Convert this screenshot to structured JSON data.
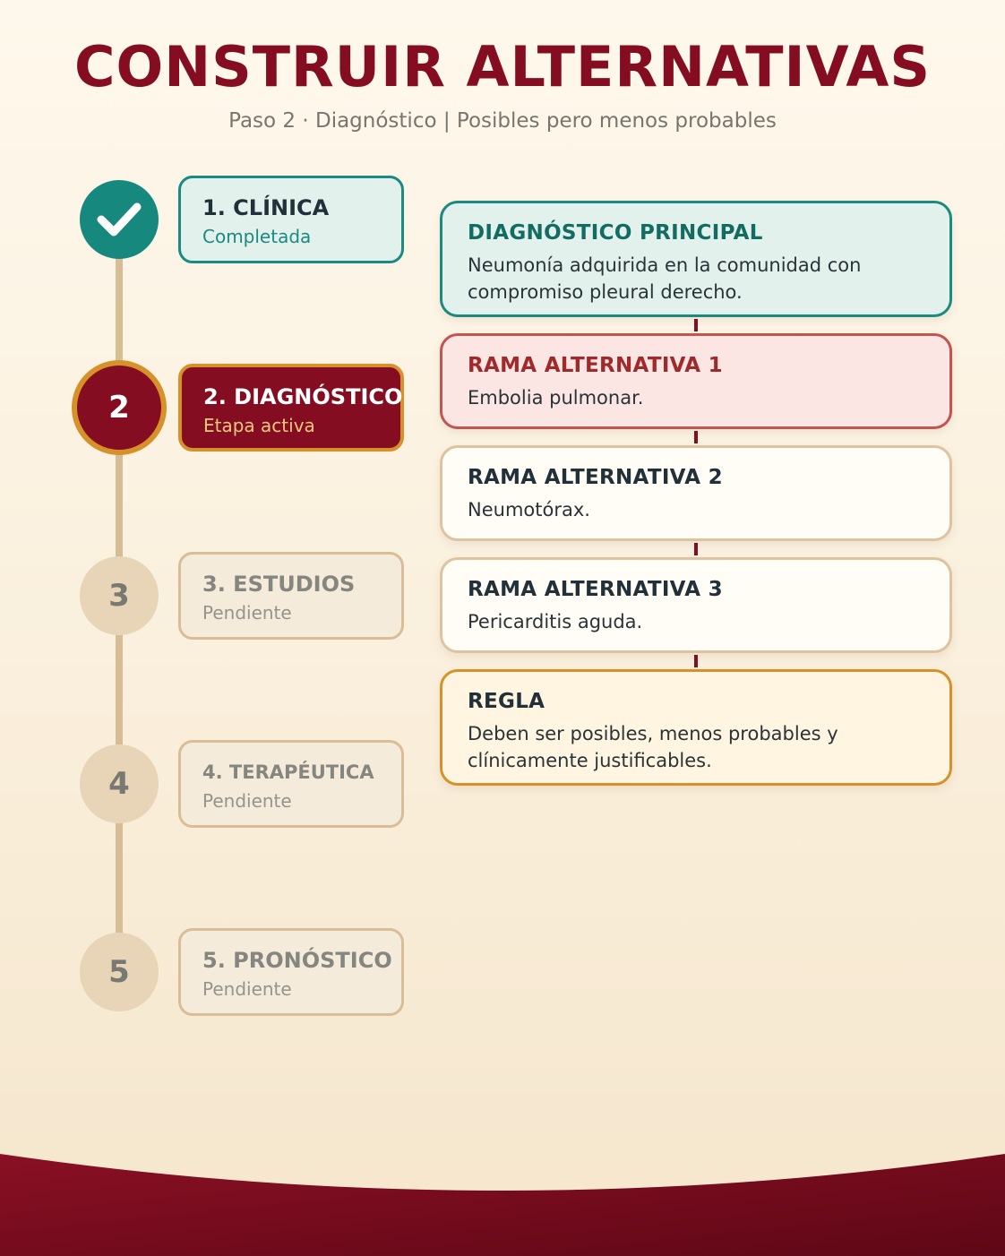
{
  "header": {
    "title": "CONSTRUIR ALTERNATIVAS",
    "subtitle": "Paso 2 · Diagnóstico | Posibles pero menos probables"
  },
  "steps": [
    {
      "number": "1",
      "title": "1. CLÍNICA",
      "status": "Completada",
      "state": "done",
      "icon": "check-icon"
    },
    {
      "number": "2",
      "title": "2. DIAGNÓSTICO",
      "status": "Etapa activa",
      "state": "active"
    },
    {
      "number": "3",
      "title": "3. ESTUDIOS",
      "status": "Pendiente",
      "state": "pending"
    },
    {
      "number": "4",
      "title": "4. TERAPÉUTICA",
      "status": "Pendiente",
      "state": "pending"
    },
    {
      "number": "5",
      "title": "5. PRONÓSTICO",
      "status": "Pendiente",
      "state": "pending"
    }
  ],
  "branches": {
    "main": {
      "heading": "DIAGNÓSTICO PRINCIPAL",
      "text": "Neumonía adquirida en la comunidad con compromiso pleural derecho."
    },
    "alt1": {
      "heading": "RAMA ALTERNATIVA 1",
      "text": "Embolia pulmonar."
    },
    "alt2": {
      "heading": "RAMA ALTERNATIVA 2",
      "text": "Neumotórax."
    },
    "alt3": {
      "heading": "RAMA ALTERNATIVA 3",
      "text": "Pericarditis aguda."
    },
    "rule": {
      "heading": "REGLA",
      "text": "Deben ser posibles, menos probables y clínicamente justificables."
    }
  },
  "colors": {
    "brand": "#850d21",
    "done": "#17887d",
    "accent": "#d6912a",
    "pending": "#e8d5b8"
  }
}
